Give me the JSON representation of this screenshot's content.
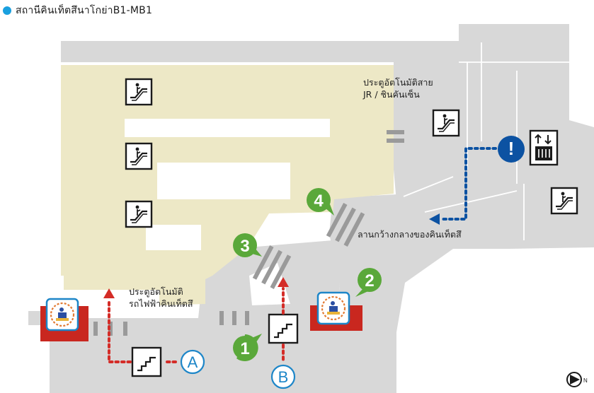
{
  "header": {
    "title": "สถานีคินเท็ตสึนาโกย่าB1-MB1",
    "accent_color": "#1aa0df"
  },
  "labels": {
    "jr_gate_line1": "ประตูอัตโนมัติสาย",
    "jr_gate_line2": "JR / ชินคันเซ็น",
    "kintetsu_gate_line1": "ประตูอัตโนมัติ",
    "kintetsu_gate_line2": "รถไฟฟ้าคินเท็ตสึ",
    "plaza": "ลานกว้างกลางของคินเท็ตสึ"
  },
  "markers": {
    "numbered": [
      "1",
      "2",
      "3",
      "4"
    ],
    "lettered": [
      "A",
      "B"
    ],
    "info": "!",
    "north": "N"
  },
  "icons": [
    "escalator-icon",
    "stairs-icon",
    "elevator-icon",
    "ticket-machine-icon",
    "info-icon",
    "north-arrow-icon"
  ],
  "colors": {
    "floor_gray": "#d8d8d8",
    "floor_beige": "#ede8c6",
    "green_marker": "#5aa83a",
    "route_blue": "#0c52a2",
    "route_red": "#d42c27",
    "ticket_red": "#c9271f",
    "letter_blue": "#1d86c8"
  }
}
